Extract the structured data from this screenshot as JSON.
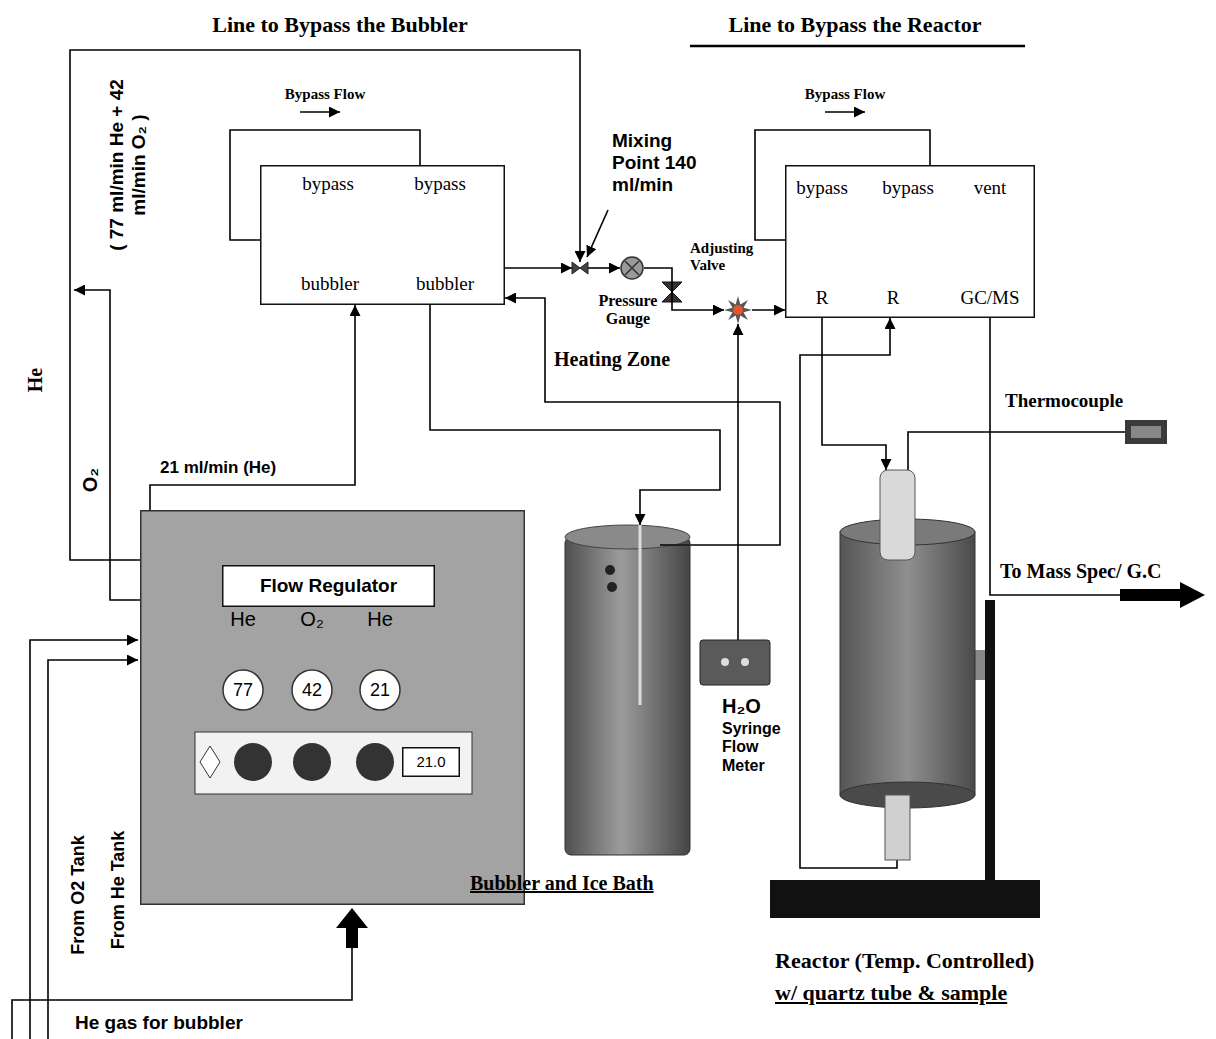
{
  "diagram": {
    "nodes": [
      {
        "text": [
          "He",
          "O₂",
          "He"
        ]
      },
      {
        "text": [
          "Flow Regulator"
        ],
        "in": 0
      },
      {
        "text": [
          "77"
        ],
        "in": 0
      },
      {
        "text": [
          "42"
        ],
        "in": 0
      },
      {
        "text": [
          "21"
        ],
        "in": 0
      },
      {
        "text": [
          "21.0"
        ],
        "in": 0
      },
      {
        "text": [
          "bypass",
          "bypass",
          "bubbler",
          "bubbler"
        ]
      },
      {
        "text": [
          "Mixing Point 140 ml/min"
        ]
      },
      {
        "text": [
          "Pressure Gauge"
        ]
      },
      {
        "text": [
          "Heating Zone"
        ]
      },
      {
        "text": [
          "bypass",
          "bypass",
          "vent",
          "R",
          "R",
          "GC/MS"
        ]
      },
      {
        "text": [
          "Bubbler and Ice Bath"
        ]
      },
      {
        "text": [
          "H₂O",
          "Syringe Flow Meter"
        ]
      },
      {
        "text": [
          "Thermocouple"
        ]
      },
      {
        "text": [
          "Reactor (Temp. Controlled)",
          "w/ quartz tube & sample"
        ]
      }
    ],
    "edges": [
      {
        "from": 0,
        "to": 6,
        "label": "21 ml/min (He)",
        "arrow": "to"
      },
      {
        "from": 0,
        "to": 7,
        "label": "( 77 ml/min He + 42 ml/min O₂ )",
        "arrow": "to"
      },
      {
        "from": 6,
        "to": 7,
        "arrow": "to"
      },
      {
        "from": 7,
        "to": 8,
        "arrow": "to"
      },
      {
        "from": 8,
        "to": 9,
        "arrow": "to"
      },
      {
        "from": 12,
        "to": 9,
        "arrow": "to"
      },
      {
        "from": 9,
        "to": 10,
        "arrow": "to"
      },
      {
        "from": 6,
        "to": 11,
        "arrow": "to"
      },
      {
        "from": 11,
        "to": 6,
        "arrow": "to"
      },
      {
        "from": 10,
        "to": 14,
        "arrow": "to"
      },
      {
        "from": 14,
        "to": 10,
        "arrow": "to"
      },
      {
        "from": 13,
        "to": 14,
        "arrow": "none"
      }
    ],
    "labels": [
      "Line to Bypass the Bubbler",
      "Line to Bypass the Reactor",
      "He",
      "O₂",
      "Bypass Flow",
      "Bypass Flow",
      "Adjusting Valve",
      "To Mass Spec/ G.C",
      "From O2 Tank",
      "From He Tank",
      "He gas for bubbler"
    ]
  }
}
